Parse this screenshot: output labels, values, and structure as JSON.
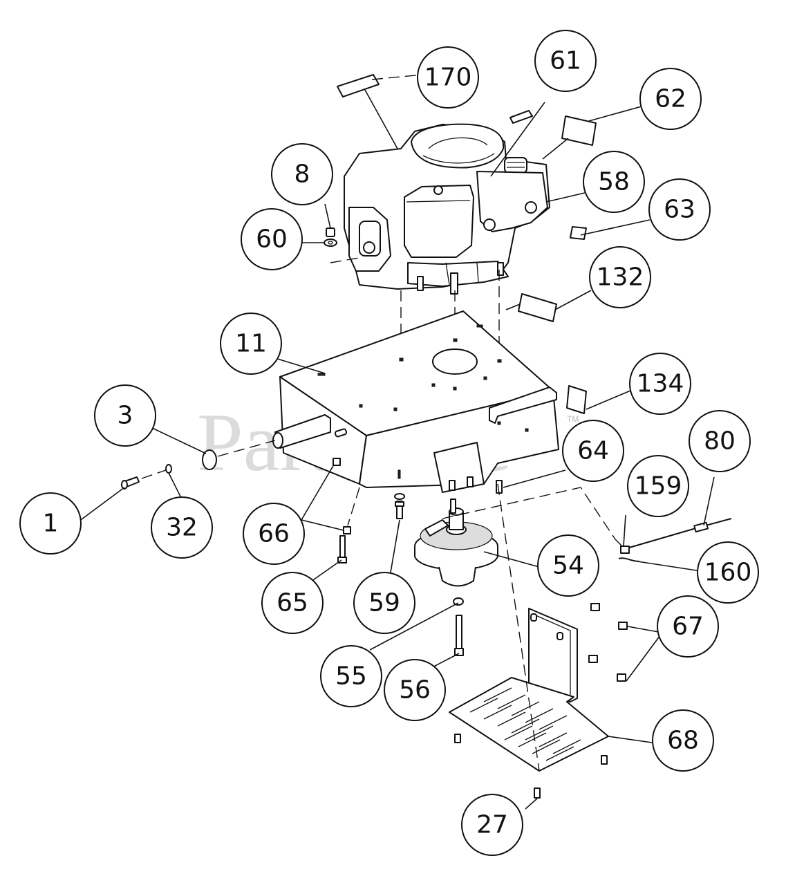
{
  "watermark": {
    "text": "PartsTree",
    "tm": "TM"
  },
  "callouts": [
    {
      "id": "170",
      "label": "170"
    },
    {
      "id": "61",
      "label": "61"
    },
    {
      "id": "62",
      "label": "62"
    },
    {
      "id": "8",
      "label": "8"
    },
    {
      "id": "58",
      "label": "58"
    },
    {
      "id": "63",
      "label": "63"
    },
    {
      "id": "60",
      "label": "60"
    },
    {
      "id": "132",
      "label": "132"
    },
    {
      "id": "11",
      "label": "11"
    },
    {
      "id": "134",
      "label": "134"
    },
    {
      "id": "3",
      "label": "3"
    },
    {
      "id": "80",
      "label": "80"
    },
    {
      "id": "64",
      "label": "64"
    },
    {
      "id": "159",
      "label": "159"
    },
    {
      "id": "1",
      "label": "1"
    },
    {
      "id": "32",
      "label": "32"
    },
    {
      "id": "66",
      "label": "66"
    },
    {
      "id": "54",
      "label": "54"
    },
    {
      "id": "160",
      "label": "160"
    },
    {
      "id": "65",
      "label": "65"
    },
    {
      "id": "59",
      "label": "59"
    },
    {
      "id": "67",
      "label": "67"
    },
    {
      "id": "55",
      "label": "55"
    },
    {
      "id": "56",
      "label": "56"
    },
    {
      "id": "68",
      "label": "68"
    },
    {
      "id": "27",
      "label": "27"
    }
  ]
}
